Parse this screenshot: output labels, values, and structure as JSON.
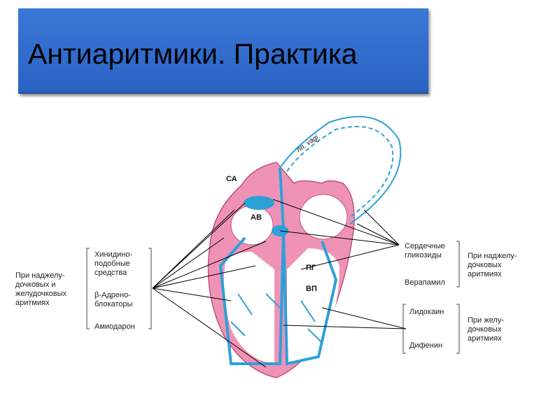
{
  "slide": {
    "title": "Антиаритмики. Практика"
  },
  "diagram": {
    "heart_labels": {
      "sa": "СА",
      "av": "АВ",
      "pg": "ПГ",
      "vp": "ВП",
      "vagus": "nn. vagi"
    },
    "left_group": {
      "indication": "При наджелу-\nдочковых и\nжелудочковых\nаритмиях",
      "drugs": [
        "Хинидино-\nподобные\nсредства",
        "β-Адрено-\nблокаторы",
        "Амиодарон"
      ]
    },
    "right_top": {
      "drugs": [
        "Сердечные\nгликозиды",
        "Верапамил"
      ],
      "indication": "При наджелу-\nдочковых\nаритмиях"
    },
    "right_bottom": {
      "drugs": [
        "Лидокаин",
        "Дифенин"
      ],
      "indication": "При желу-\nдочковых\nаритмиях"
    }
  },
  "colors": {
    "title_bg": "#2f6bd0",
    "heart": "#ee8fb4",
    "conduction": "#2ea0d8"
  }
}
